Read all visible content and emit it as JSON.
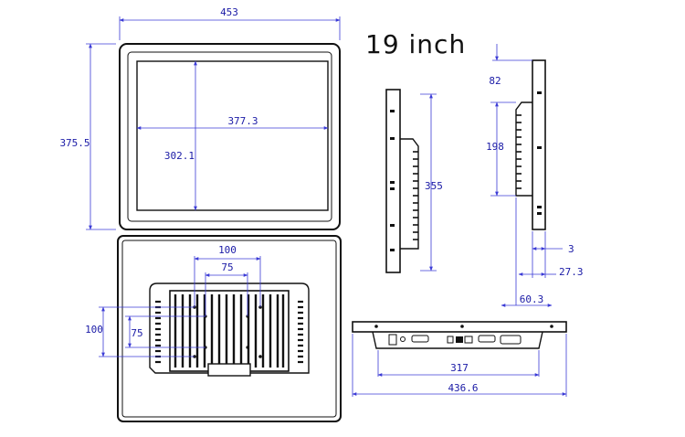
{
  "title": "19 inch",
  "colors": {
    "outline": "#111111",
    "dimension": "#1a1aa6",
    "dimension_line": "#3b3bd6"
  },
  "front_view": {
    "overall_width": "453",
    "overall_height": "375.5",
    "display_width": "377.3",
    "display_height": "302.1"
  },
  "rear_view": {
    "vesa_outer_w": "100",
    "vesa_inner_w": "75",
    "vesa_outer_h": "100",
    "vesa_inner_h": "75"
  },
  "side_view": {
    "mount_height": "355"
  },
  "side_detail": {
    "top_offset": "82",
    "height": "198",
    "thickness": "3",
    "depth": "27.3",
    "total_depth": "60.3"
  },
  "bottom_view": {
    "inner_width": "317",
    "outer_width": "436.6"
  }
}
